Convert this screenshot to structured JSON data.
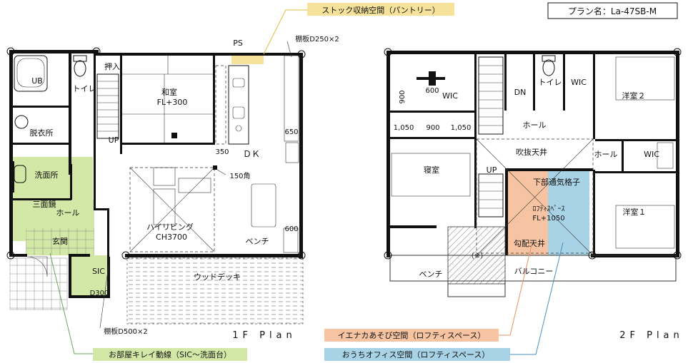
{
  "plan_name": "プラン名：La-47SB-M",
  "floor1": {
    "title": "1F Plan",
    "rooms": {
      "ub": "UB",
      "toilet": "トイレ",
      "oshiire": "押入",
      "washitsu": "和室",
      "washitsu_level": "FL+300",
      "ps": "PS",
      "datsuijo": "脱衣所",
      "up": "UP",
      "dk": "ＤＫ",
      "senmenjo": "洗面所",
      "sanmenkyo": "三面鏡",
      "hall": "ホール",
      "genkan": "玄関",
      "sic": "SIC",
      "living": "ハイリビング",
      "living_ch": "CH3700",
      "bench": "ベンチ",
      "wooddeck": "ウッドデッキ"
    },
    "dims": {
      "d650": "650",
      "d350": "350",
      "d600": "600",
      "d300": "D300",
      "pillar": "150角"
    }
  },
  "floor2": {
    "title": "2F Plan",
    "rooms": {
      "wic_left": "WIC",
      "wic_mid": "WIC",
      "wic_right": "WIC",
      "d600": "600",
      "d900v": "900",
      "dn": "DN",
      "toilet": "トイレ",
      "youshitsu2": "洋室２",
      "youshitsu1": "洋室１",
      "dim_a": "1,050",
      "dim_b": "900",
      "dim_c": "1,050",
      "hall_top": "ホール",
      "hall_right": "ホール",
      "fukinuke": "吹抜天井",
      "bedroom": "寝室",
      "up": "UP",
      "kabu_tsuuki": "下部通気格子",
      "loft": "ﾛﾌﾃｨｽﾍﾟｰｽ",
      "loft_level": "FL+1050",
      "koubai": "勾配天井",
      "note": "（※）",
      "bench": "ベンチ",
      "balcony": "バルコニー"
    }
  },
  "callouts": {
    "pantry": "ストック収納空間（パントリー）",
    "shelf_top": "棚板D250×2",
    "shelf_bottom": "棚板D500×2",
    "kirei": "お部屋キレイ動線（SIC～洗面台）",
    "play": "イエナカあそび空間（ロフティスペース）",
    "office": "おうちオフィス空間（ロフティスペース）"
  },
  "colors": {
    "green": "#d3e7a6",
    "yellow": "#f7e29c",
    "pink": "#f6c4a2",
    "blue": "#a8d3e6",
    "orange_line": "#e99062",
    "blue_line": "#4a8fc0",
    "green_line": "#6aa85c",
    "yellow_line": "#e7b93f"
  }
}
